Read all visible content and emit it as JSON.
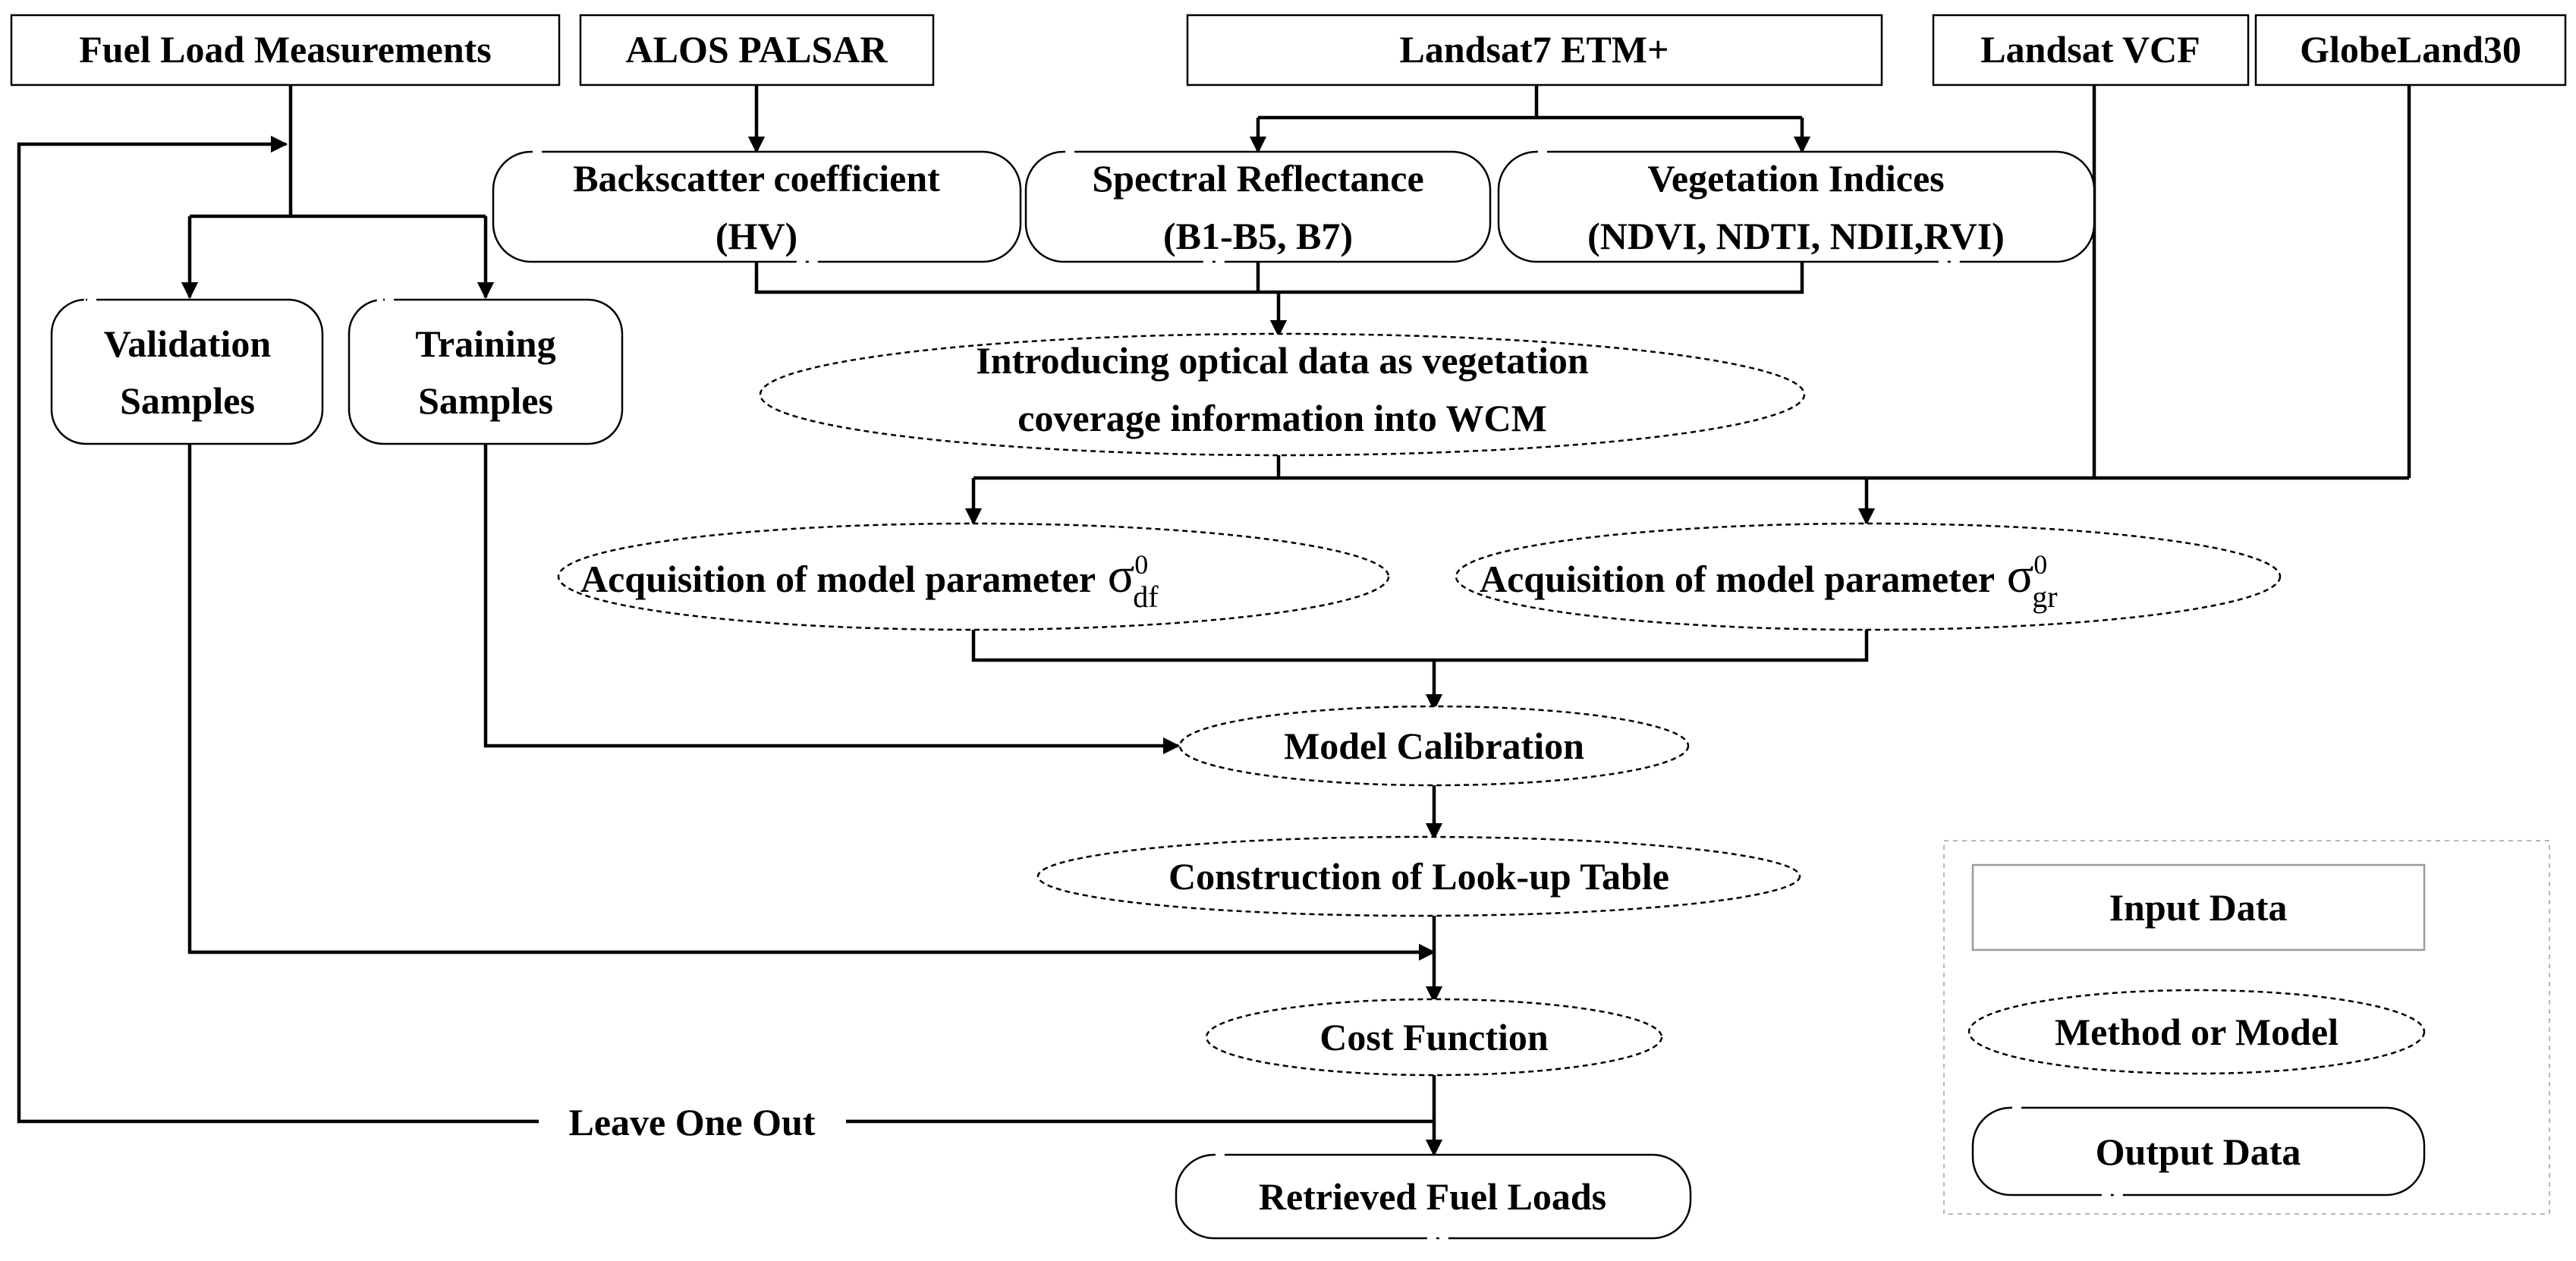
{
  "inputs": {
    "fuel_load_measurements": "Fuel Load Measurements",
    "alos_palsar": "ALOS PALSAR",
    "landsat7_etm": "Landsat7 ETM+",
    "landsat_vcf": "Landsat VCF",
    "globeland30": "GlobeLand30"
  },
  "derived": {
    "backscatter": [
      "Backscatter coefficient",
      "(HV)"
    ],
    "spectral": [
      "Spectral Reflectance",
      "(B1-B5, B7)"
    ],
    "vegetation": [
      "Vegetation Indices",
      "(NDVI, NDTI, NDII,RVI)"
    ],
    "validation": [
      "Validation",
      "Samples"
    ],
    "training": [
      "Training",
      "Samples"
    ]
  },
  "methods": {
    "introducing": [
      "Introducing optical data as vegetation",
      "coverage information into WCM"
    ],
    "param_df": {
      "text": "Acquisition of model parameter ",
      "symbol": "σ",
      "sup": "0",
      "sub": "df"
    },
    "param_gr": {
      "text": "Acquisition of model parameter ",
      "symbol": "σ",
      "sup": "0",
      "sub": "gr"
    },
    "calibration": "Model Calibration",
    "lookup": "Construction of Look-up Table",
    "cost": "Cost Function"
  },
  "outputs": {
    "retrieved": "Retrieved Fuel Loads"
  },
  "loop_label": "Leave One Out",
  "legend": {
    "input": "Input Data",
    "method": "Method or Model",
    "output": "Output Data"
  }
}
